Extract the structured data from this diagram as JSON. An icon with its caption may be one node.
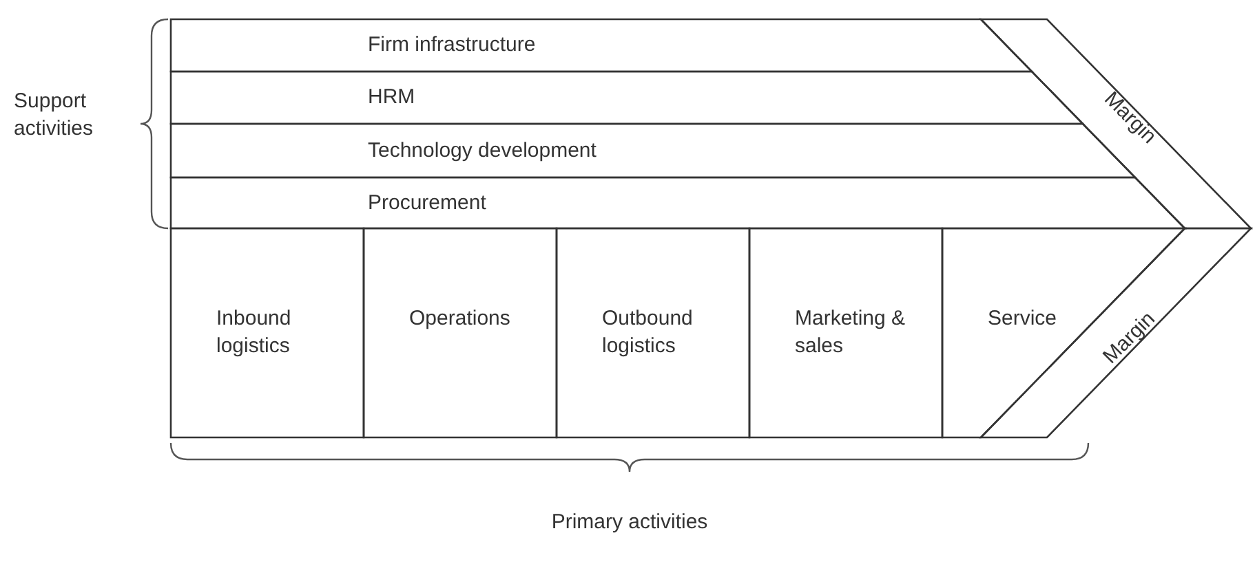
{
  "diagram": {
    "nodes": [
      {
        "text": [
          "Firm infrastructure"
        ]
      },
      {
        "text": [
          "HRM"
        ]
      },
      {
        "text": [
          "Technology development"
        ]
      },
      {
        "text": [
          "Procurement"
        ]
      },
      {
        "text": [
          "Inbound logistics"
        ]
      },
      {
        "text": [
          "Operations"
        ]
      },
      {
        "text": [
          "Outbound logistics"
        ]
      },
      {
        "text": [
          "Marketing & sales"
        ]
      },
      {
        "text": [
          "Service"
        ]
      },
      {
        "text": [
          "Margin"
        ]
      },
      {
        "text": [
          "Margin"
        ]
      }
    ],
    "labels": [
      "Support activities",
      "Primary activities"
    ]
  }
}
